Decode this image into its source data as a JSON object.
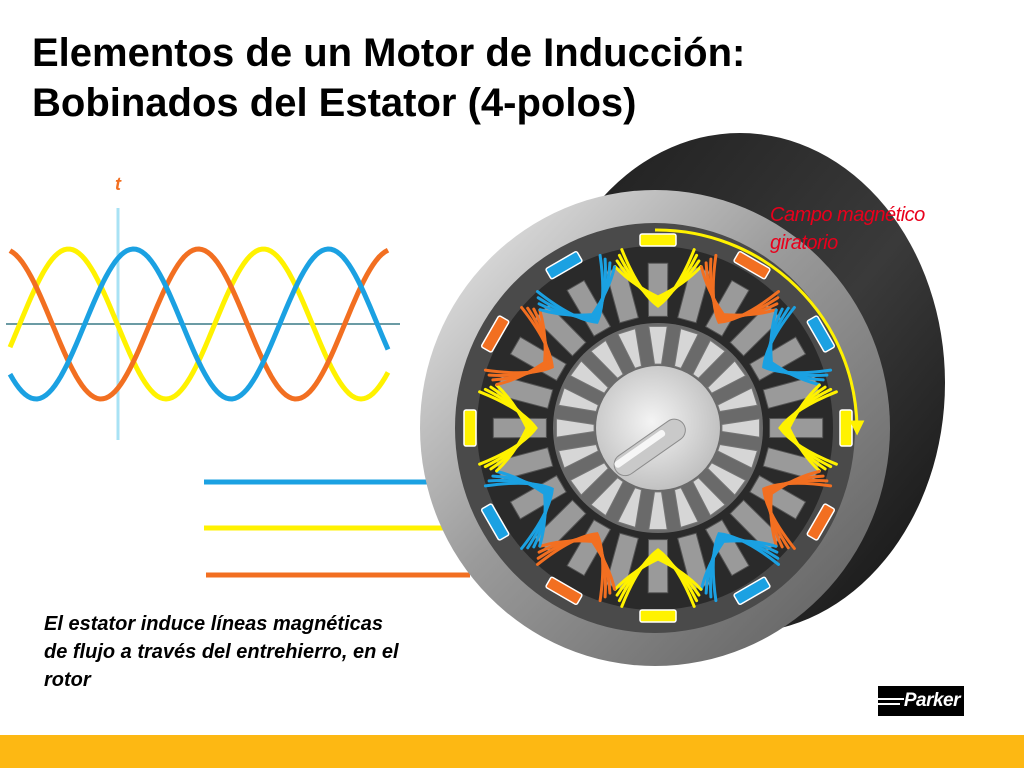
{
  "title": {
    "line1": "Elementos de un Motor de Inducción:",
    "line2": "Bobinados del Estator (4-polos)"
  },
  "waves": {
    "time_label": "t",
    "phases": [
      {
        "color": "#FFF200",
        "phase_deg": 0
      },
      {
        "color": "#F26F21",
        "phase_deg": 120
      },
      {
        "color": "#1BA1E2",
        "phase_deg": 240
      }
    ]
  },
  "motor": {
    "field_label_line1": "Campo magnético",
    "field_label_line2": "giratorio",
    "field_label_color": "#E8001C",
    "arrow_color": "#FFF200",
    "coil_colors": [
      "#FFF200",
      "#F26F21",
      "#1BA1E2"
    ],
    "housing_color": "#3a3a3a"
  },
  "caption": {
    "line1": "El estator induce líneas magnéticas",
    "line2": "de flujo a través del entrehierro, en el",
    "line3": "rotor"
  },
  "logo": {
    "text": "Parker"
  },
  "footer": {
    "color": "#FDB813"
  }
}
